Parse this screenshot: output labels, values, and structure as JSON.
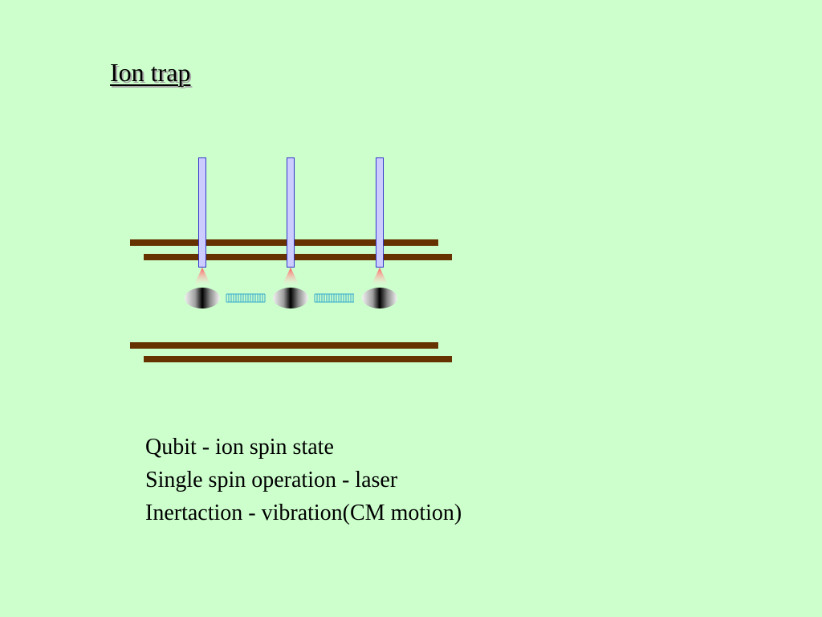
{
  "slide": {
    "title": "Ion trap",
    "caption_lines": [
      "Qubit - ion spin state",
      "Single spin operation - laser",
      "Inertaction - vibration(CM motion)"
    ]
  },
  "colors": {
    "background": "#ccffcc",
    "text": "#000000",
    "electrode": "#663300",
    "laser_fill": "#ccccff",
    "laser_stroke": "#3333cc",
    "laser_glow": "#ff5555",
    "coupling_spring": "#33aacc"
  },
  "icons": {
    "ion": "ion-icon",
    "laser": "laser-beam-icon",
    "coupling": "spring-coupling-icon"
  }
}
